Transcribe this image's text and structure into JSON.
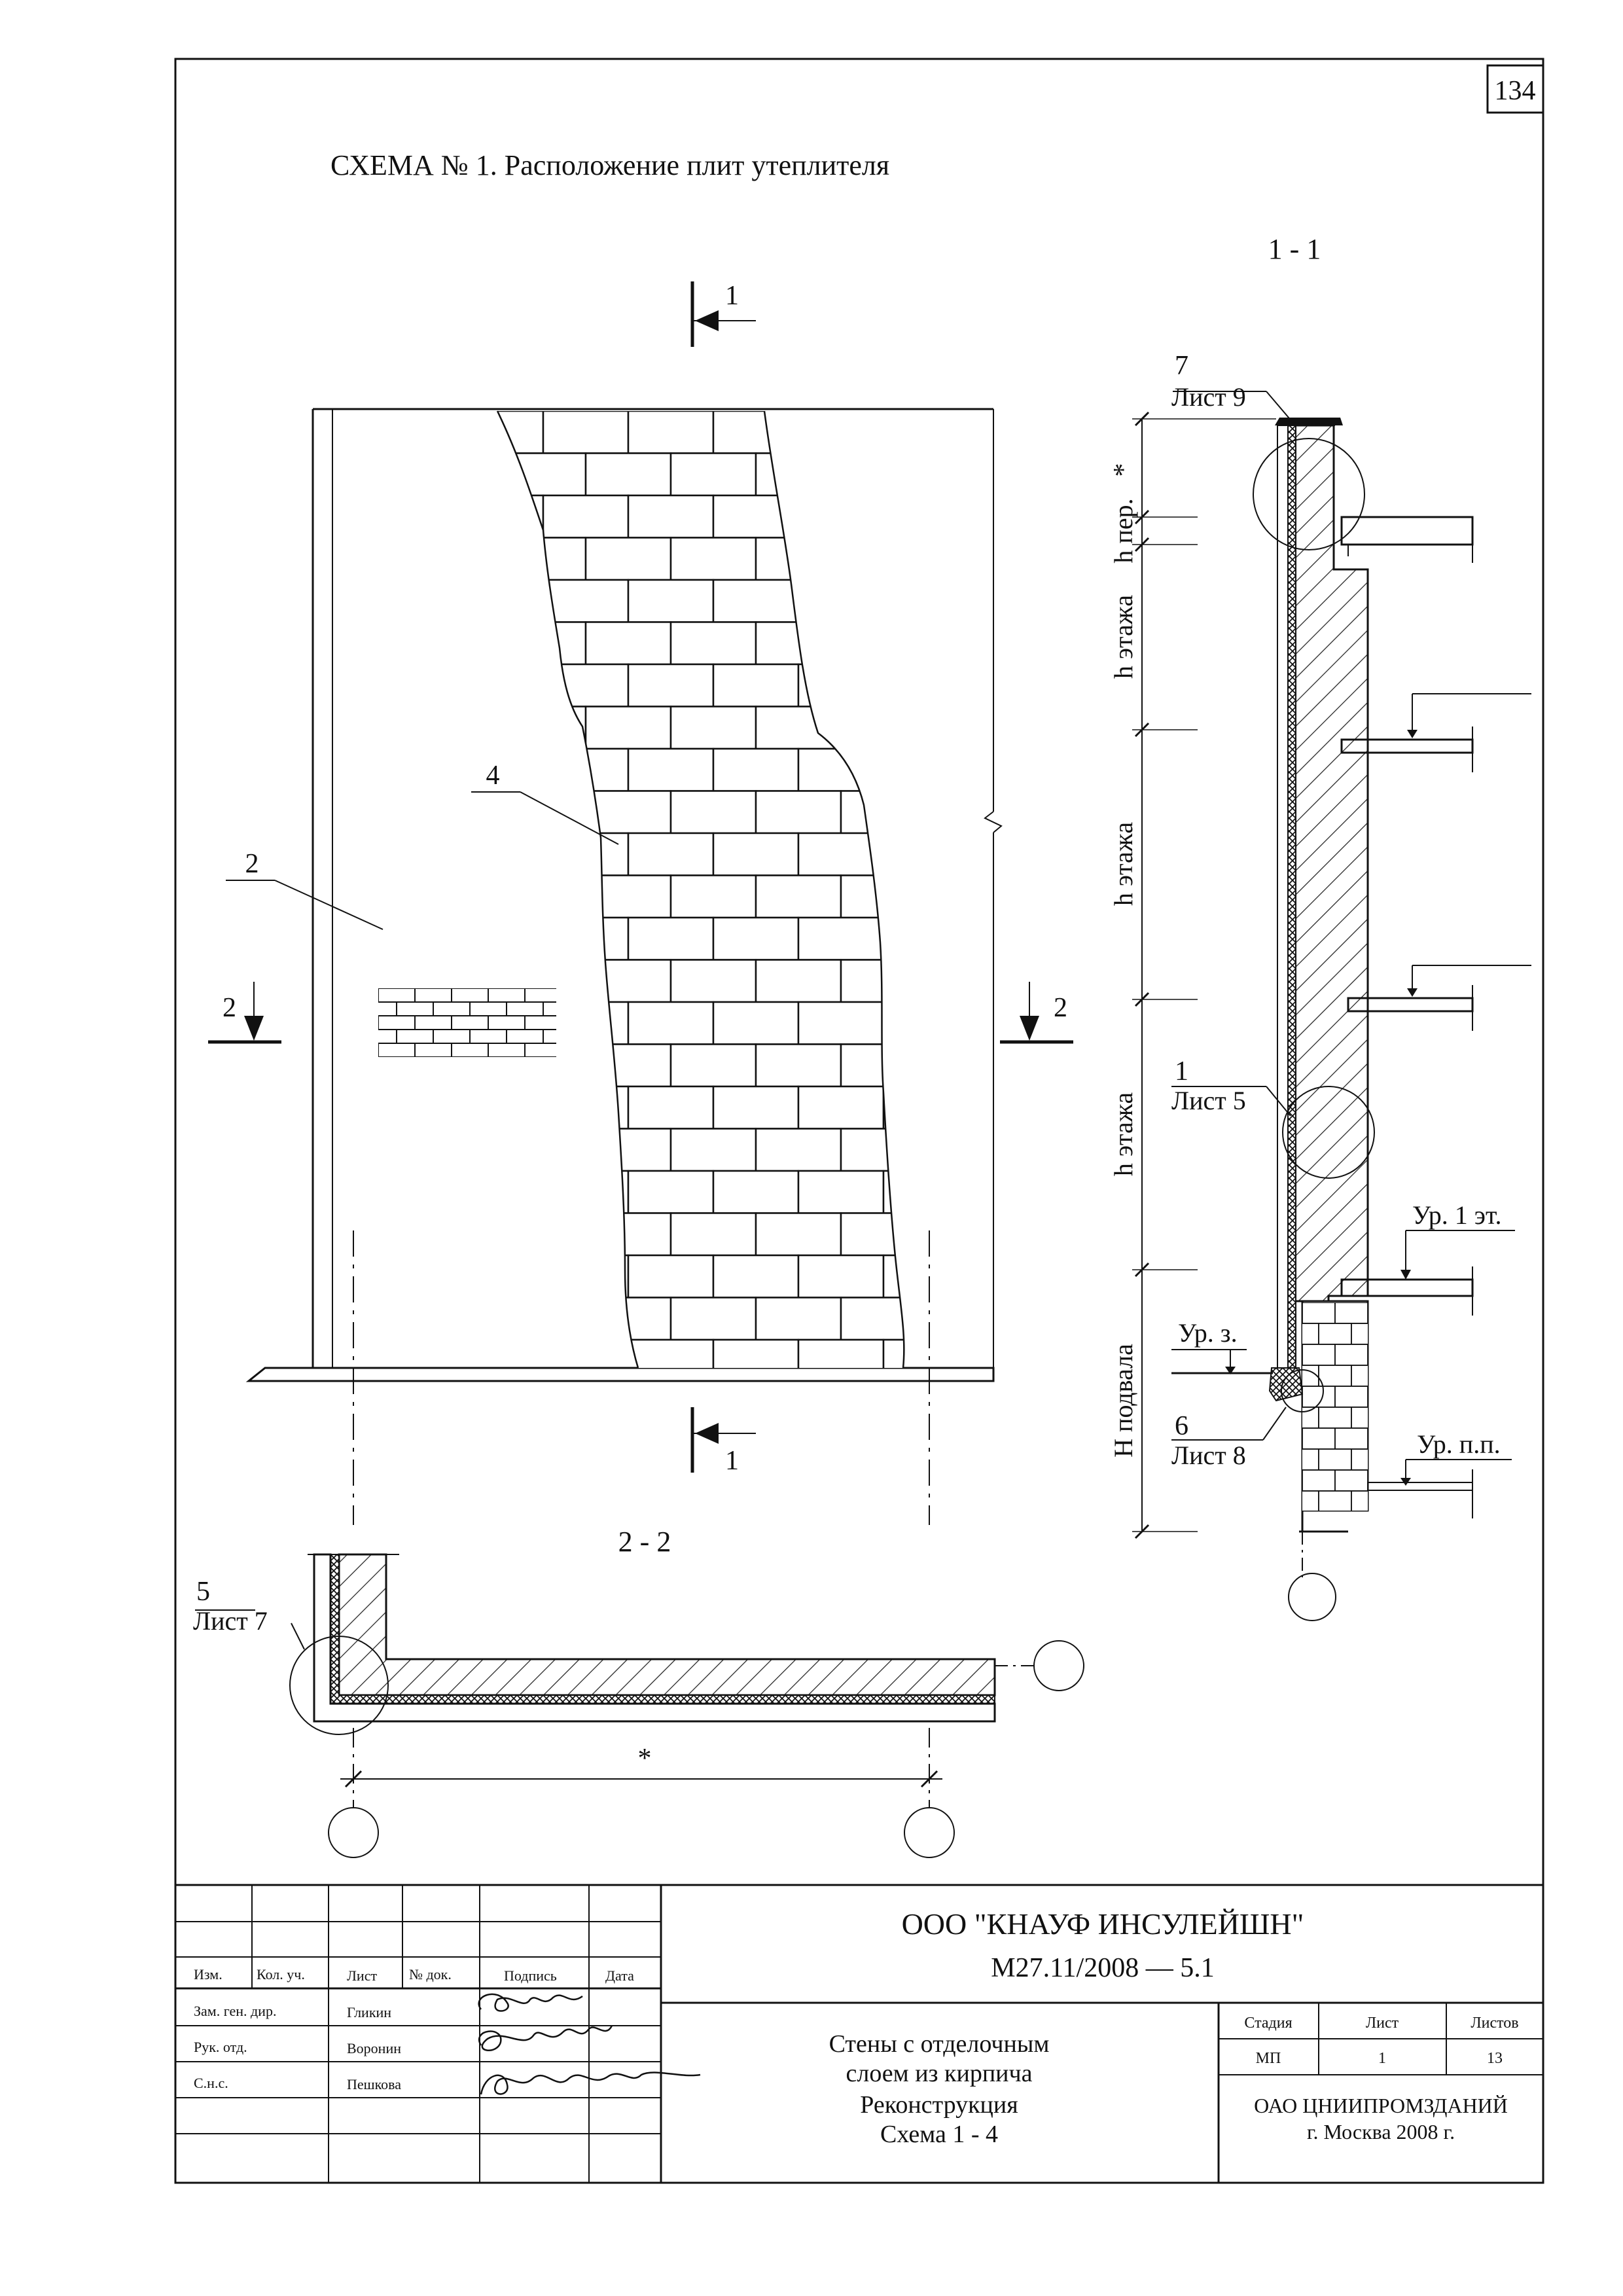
{
  "sheet_number": "134",
  "scheme_title": "СХЕМА № 1. Расположение плит утеплителя",
  "section_1_1_title": "1 - 1",
  "section_2_2_title": "2 - 2",
  "cut_1_label": "1",
  "cut_2_label": "2",
  "callouts": {
    "c2": "2",
    "c4": "4",
    "c1": "1",
    "c1_sheet": "Лист 5",
    "c5": "5",
    "c5_sheet": "Лист 7",
    "c6": "6",
    "c6_sheet": "Лист 8",
    "c7": "7",
    "c7_sheet": "Лист 9"
  },
  "dims": {
    "h_per": "h пер.",
    "h_floor": "h этажа",
    "h_basement": "H подвала",
    "star": "*"
  },
  "levels": {
    "floor1": "Ур. 1 эт.",
    "ground": "Ур. з.",
    "basement_floor": "Ур. п.п."
  },
  "title_block": {
    "headers": [
      "Изм.",
      "Кол. уч.",
      "Лист",
      "№ док.",
      "Подпись",
      "Дата"
    ],
    "roles": [
      "Зам. ген. дир.",
      "Рук. отд.",
      "С.н.с."
    ],
    "names": [
      "Гликин",
      "Воронин",
      "Пешкова"
    ],
    "signatures": [
      "signature-glikin",
      "signature-voronin",
      "signature-peshkova"
    ],
    "org": "ООО \"КНАУФ ИНСУЛЕЙШН\"",
    "code": "М27.11/2008 — 5.1",
    "desc": [
      "Стены с отделочным",
      "слоем из кирпича",
      "Реконструкция",
      "Схема 1 - 4"
    ],
    "stage_headers": [
      "Стадия",
      "Лист",
      "Листов"
    ],
    "stage_values": [
      "МП",
      "1",
      "13"
    ],
    "institute": "ОАО ЦНИИПРОМЗДАНИЙ",
    "city_year": "г. Москва 2008 г."
  }
}
